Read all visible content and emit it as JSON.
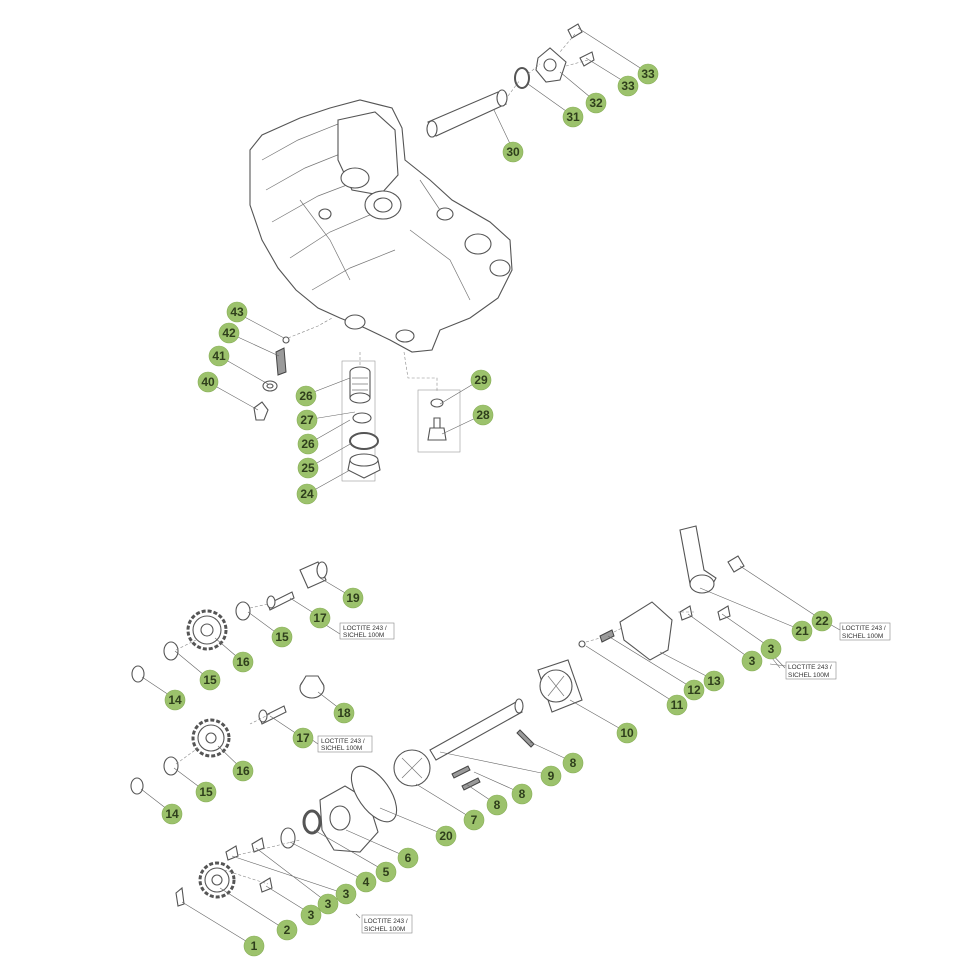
{
  "callouts": [
    "33",
    "33",
    "32",
    "31",
    "30",
    "43",
    "42",
    "41",
    "40",
    "26",
    "27",
    "26",
    "25",
    "24",
    "29",
    "28",
    "19",
    "17",
    "15",
    "16",
    "14",
    "15",
    "18",
    "17",
    "16",
    "15",
    "14",
    "1",
    "2",
    "3",
    "3",
    "3",
    "4",
    "5",
    "6",
    "20",
    "7",
    "8",
    "8",
    "9",
    "8",
    "10",
    "11",
    "12",
    "13",
    "3",
    "3",
    "21",
    "22"
  ],
  "notes": [
    {
      "line1": "LOCTITE 243 /",
      "line2": "SICHEL 100M"
    },
    {
      "line1": "LOCTITE 243 /",
      "line2": "SICHEL 100M"
    },
    {
      "line1": "LOCTITE 243 /",
      "line2": "SICHEL 100M"
    },
    {
      "line1": "LOCTITE 243 /",
      "line2": "SICHEL 100M"
    },
    {
      "line1": "LOCTITE 243 /",
      "line2": "SICHEL 100M"
    }
  ]
}
